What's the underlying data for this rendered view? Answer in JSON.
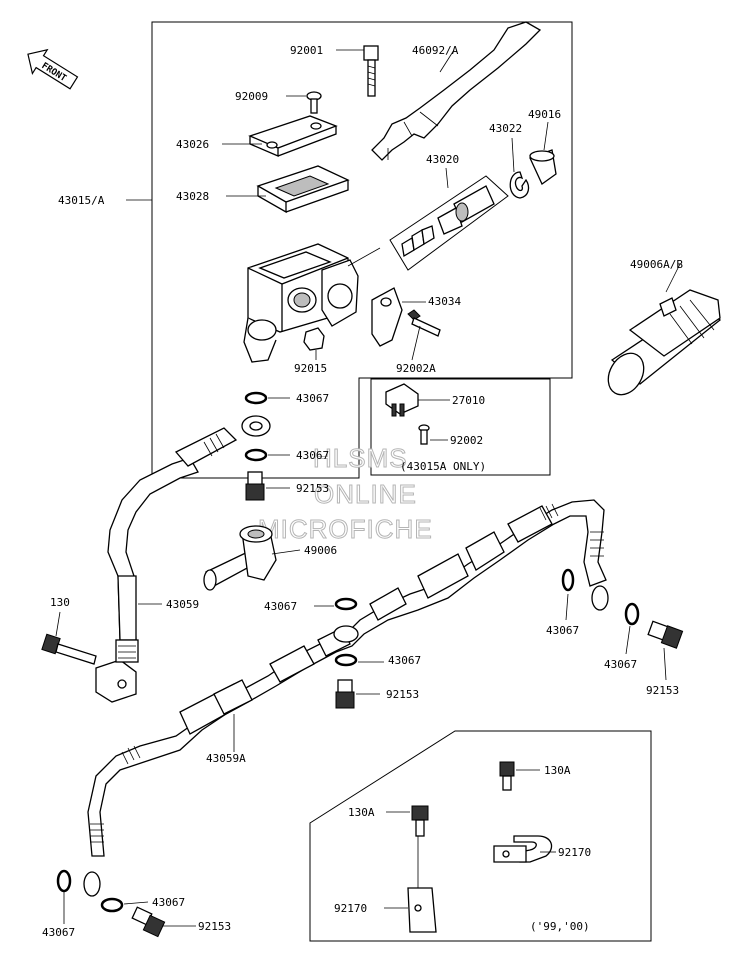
{
  "front_arrow": {
    "label": "FRONT",
    "icon": "front-direction-arrow"
  },
  "watermark": {
    "lines": [
      "HLSMS",
      "ONLINE",
      "MICROFICHE"
    ]
  },
  "groups": {
    "master_cylinder_assembly": "43015/A"
  },
  "notes": {
    "switch_box": "(43015A ONLY)",
    "bracket_box": "('99,'00)"
  },
  "labels": {
    "p92001": "92001",
    "p46092A": "46092/A",
    "p92009": "92009",
    "p49016": "49016",
    "p43022": "43022",
    "p43026": "43026",
    "p43020": "43020",
    "p43028": "43028",
    "p49006AB": "49006A/B",
    "p43034": "43034",
    "p92015": "92015",
    "p92002A": "92002A",
    "p43067_a": "43067",
    "p27010": "27010",
    "p92002": "92002",
    "p43067_b": "43067",
    "p92153_a": "92153",
    "p49006": "49006",
    "p130": "130",
    "p43059": "43059",
    "p43067_c": "43067",
    "p43067_d": "43067",
    "p43067_e": "43067",
    "p92153_b": "92153",
    "p43067_f": "43067",
    "p92153_c": "92153",
    "p43059A": "43059A",
    "p130A_a": "130A",
    "p130A_b": "130A",
    "p92170_a": "92170",
    "p92170_b": "92170",
    "p43067_g": "43067",
    "p43067_h": "43067",
    "p92153_d": "92153"
  }
}
